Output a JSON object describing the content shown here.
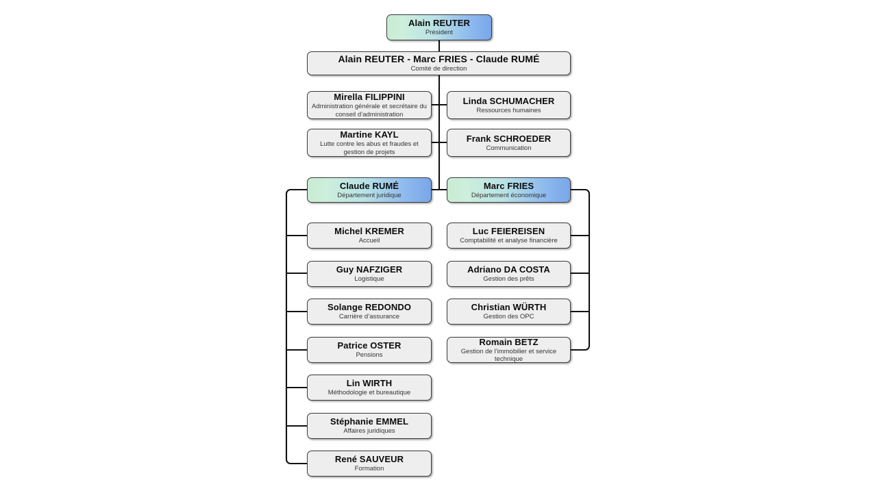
{
  "org_chart": {
    "title_box": {
      "name": "Alain REUTER",
      "role": "Président",
      "style": "accent"
    },
    "committee_box": {
      "name": "Alain REUTER - Marc FRIES - Claude RUMÉ",
      "role": "Comité de direction",
      "style": "plain"
    },
    "staff_left": [
      {
        "name": "Mirella FILIPPINI",
        "role": "Administration générale et secrétaire du conseil d’administration"
      },
      {
        "name": "Martine KAYL",
        "role": "Lutte contre les abus et fraudes et gestion de projets"
      }
    ],
    "staff_right": [
      {
        "name": "Linda SCHUMACHER",
        "role": "Ressources humaines"
      },
      {
        "name": "Frank SCHROEDER",
        "role": "Communication"
      }
    ],
    "departments": [
      {
        "head": {
          "name": "Claude RUMÉ",
          "role": "Département juridique",
          "style": "accent"
        },
        "members": [
          {
            "name": "Michel KREMER",
            "role": "Accueil"
          },
          {
            "name": "Guy NAFZIGER",
            "role": "Logistique"
          },
          {
            "name": "Solange REDONDO",
            "role": "Carrière d’assurance"
          },
          {
            "name": "Patrice OSTER",
            "role": "Pensions"
          },
          {
            "name": "Lin WIRTH",
            "role": "Méthodologie et bureautique"
          },
          {
            "name": "Stéphanie EMMEL",
            "role": "Affaires juridiques"
          },
          {
            "name": "René SAUVEUR",
            "role": "Formation"
          }
        ]
      },
      {
        "head": {
          "name": "Marc FRIES",
          "role": "Département économique",
          "style": "accent"
        },
        "members": [
          {
            "name": "Luc FEIEREISEN",
            "role": "Comptabilité et analyse financière"
          },
          {
            "name": "Adriano DA COSTA",
            "role": "Gestion des prêts"
          },
          {
            "name": "Christian WÜRTH",
            "role": "Gestion des OPC"
          },
          {
            "name": "Romain BETZ",
            "role": "Gestion de l’immobilier et service technique"
          }
        ]
      }
    ],
    "colors": {
      "box_fill": "#eeeeee",
      "box_border": "#3a3a3a",
      "accent_start": "#c9ecd2",
      "accent_end": "#79a6e9",
      "connector": "#111111",
      "background": "#ffffff"
    }
  }
}
